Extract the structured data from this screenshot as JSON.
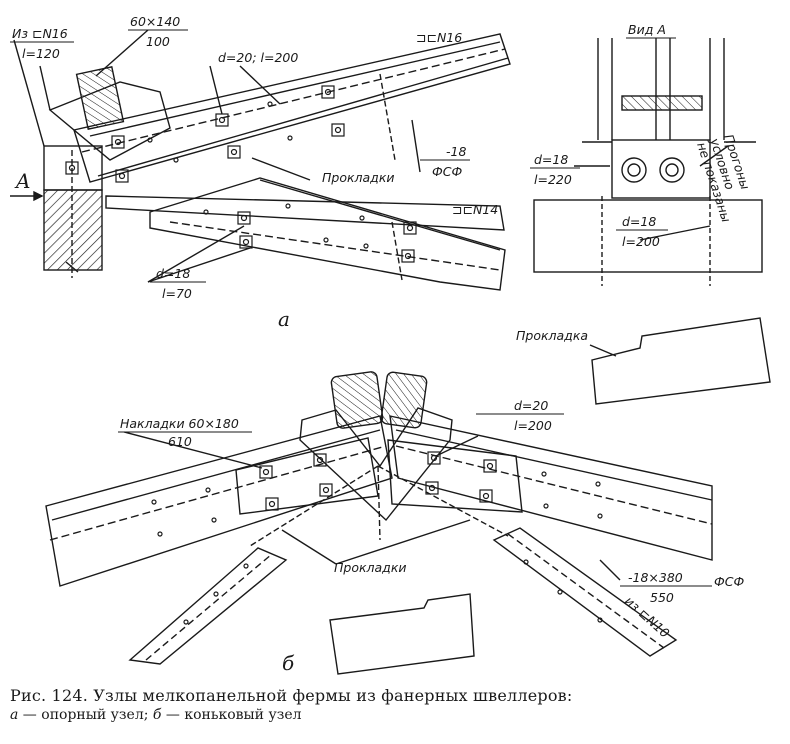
{
  "labels": {
    "support_channel": "Из ⊏N16",
    "support_l": "l=120",
    "pad_size": "60×140",
    "pad_thk": "100",
    "bolts_top": "d=20; l=200",
    "channel_top": "⊐⊏N16",
    "pads_a": "Прокладки",
    "plate_thk": "-18",
    "plate_mat": "ФСФ",
    "channel_bottom": "⊐⊏N14",
    "arrow_A": "A",
    "bolts_low_d": "d=18",
    "bolts_low_l": "l=70",
    "part_a": "а",
    "view_title": "Вид А",
    "purlins_note_1": "Прогоны",
    "purlins_note_2": "условно",
    "purlins_note_3": "не показаны",
    "view_bolt1_d": "d=18",
    "view_bolt1_l": "l=220",
    "view_bolt2_d": "d=18",
    "view_bolt2_l": "l=200",
    "pad_single": "Прокладка",
    "overlays": "Накладки 60×180",
    "overlays_thk": "610",
    "ridge_bolts_d": "d=20",
    "ridge_bolts_l": "l=200",
    "pads_b": "Прокладки",
    "ridge_plate": "-18×380",
    "ridge_plate_mat": "ФСФ",
    "ridge_plate_len": "550",
    "ridge_channel": "из ⊏N10",
    "part_b": "б"
  },
  "caption": {
    "title": "Рис. 124. Узлы мелкопанельной фермы из фанерных швеллеров:",
    "sub_a_letter": "а",
    "sub_a_text": " — опорный узел; ",
    "sub_b_letter": "б",
    "sub_b_text": " — коньковый узел"
  }
}
